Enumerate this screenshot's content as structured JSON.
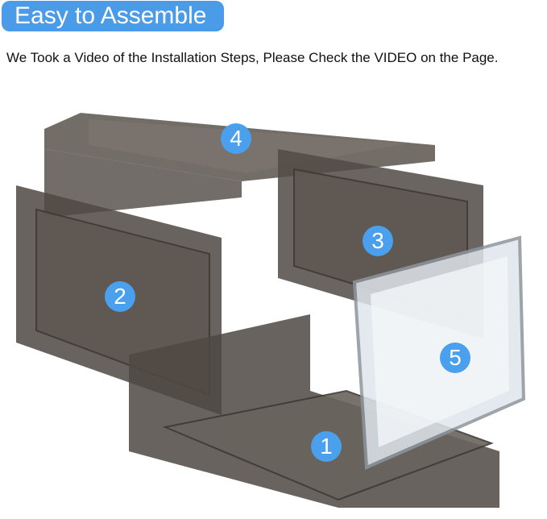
{
  "header": {
    "title": "Easy to Assemble",
    "subtitle": "We Took a Video of the Installation Steps, Please Check the VIDEO on the Page."
  },
  "colors": {
    "badge_blue": "#4a9be8",
    "panel_dark": "#4f4843",
    "panel_clear": "#dfe6ec"
  },
  "parts": [
    {
      "label": "1",
      "name": "bottom-panel"
    },
    {
      "label": "2",
      "name": "left-side-panel"
    },
    {
      "label": "3",
      "name": "back-panel"
    },
    {
      "label": "4",
      "name": "top-panel"
    },
    {
      "label": "5",
      "name": "clear-front-door"
    }
  ]
}
